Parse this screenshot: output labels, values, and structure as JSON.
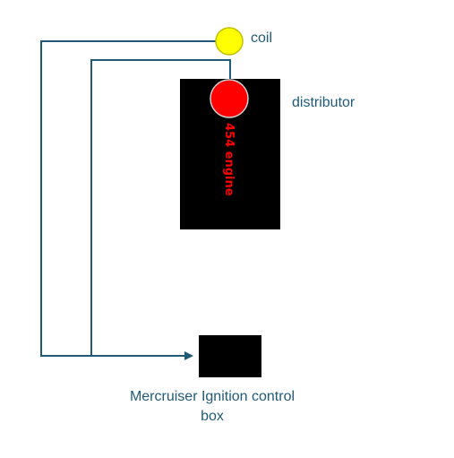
{
  "labels": {
    "coil": "coil",
    "distributor": "distributor",
    "engine": "454 engine",
    "control_box_line1": "Mercruiser Ignition control",
    "control_box_line2": "box"
  },
  "colors": {
    "wire": "#1f5a78",
    "label": "#1f5a78",
    "coil_fill": "#ffff00",
    "coil_stroke": "#bfbf00",
    "distributor_fill": "#ff0000",
    "distributor_stroke": "#d0d0d0",
    "engine_fill": "#000000",
    "engine_text": "#ff0000",
    "control_box_fill": "#000000"
  }
}
